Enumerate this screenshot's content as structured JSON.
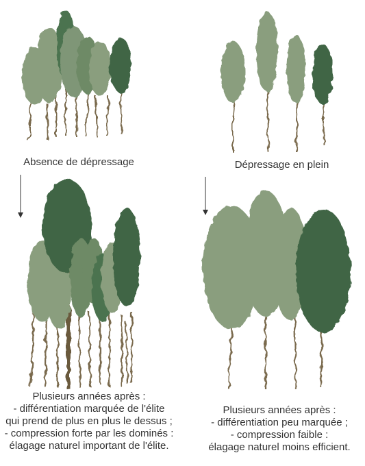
{
  "scenarios": {
    "no_thinning": {
      "label": "Absence de dépressage",
      "outcome_lines": [
        "Plusieurs années après :",
        "- différentiation marquée de l'élite",
        "qui prend de plus en plus le dessus ;",
        "- compression forte par les dominés :",
        "élagage naturel important de l'élite."
      ]
    },
    "full_thinning": {
      "label": "Dépressage en plein",
      "outcome_lines": [
        "Plusieurs années après :",
        "- différentiation peu marquée ;",
        "- compression faible :",
        "élagage naturel moins efficient."
      ]
    }
  },
  "colors": {
    "light_crown": "#8a9e7e",
    "mid_crown": "#6e8a66",
    "dark_crown": "#3f6544",
    "trunk": "#7a6a4e",
    "arrow": "#333333"
  }
}
